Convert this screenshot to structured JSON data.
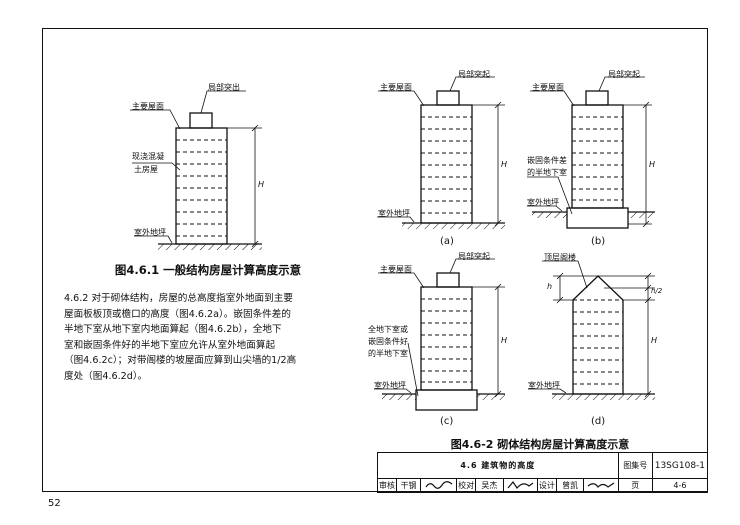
{
  "page_number": "52",
  "figure_461": {
    "caption": "图4.6.1 一般结构房屋计算高度示意",
    "labels": {
      "local_protrusion": "局部突出",
      "main_roof": "主要屋面",
      "concrete_line1": "现浇混凝",
      "concrete_line2": "土房屋",
      "outdoor_ground": "室外地坪",
      "height": "H"
    }
  },
  "figure_462": {
    "caption": "图4.6-2 砌体结构房屋计算高度示意",
    "panels": {
      "a": {
        "tag": "(a)",
        "main_roof": "主要屋面",
        "local_protrusion": "局部突起",
        "outdoor_ground": "室外地坪",
        "height": "H"
      },
      "b": {
        "tag": "(b)",
        "main_roof": "主要屋面",
        "local_protrusion": "局部突起",
        "basement_line1": "嵌固条件差",
        "basement_line2": "的半地下室",
        "outdoor_ground": "室外地坪",
        "height": "H"
      },
      "c": {
        "tag": "(c)",
        "main_roof": "主要屋面",
        "local_protrusion": "局部突起",
        "basement_line1": "全地下室或",
        "basement_line2": "嵌固条件好",
        "basement_line3": "的半地下室",
        "outdoor_ground": "室外地坪",
        "height": "H"
      },
      "d": {
        "tag": "(d)",
        "attic": "顶层阁楼",
        "outdoor_ground": "室外地坪",
        "height": "H",
        "dim_h": "h",
        "dim_half_h": "h/2"
      }
    }
  },
  "clause_text": [
    "4.6.2 对于砌体结构，房屋的总高度指室外地面到主要",
    "屋面板板顶或檐口的高度（图4.6.2a）。嵌固条件差的",
    "半地下室从地下室内地面算起（图4.6.2b），全地下",
    "室和嵌固条件好的半地下室应允许从室外地面算起",
    "（图4.6.2c）；对带阁楼的坡屋面应算到山尖墙的1/2高",
    "度处（图4.6.2d）。"
  ],
  "title_block": {
    "title": "4.6 建筑物的高度",
    "atlas_label": "图集号",
    "atlas_no": "13SG108-1",
    "review_label": "审核",
    "review_name": "干钢",
    "check_label": "校对",
    "check_name": "吴杰",
    "design_label": "设计",
    "design_name": "曾凯",
    "page_label": "页",
    "page_no": "4-6"
  }
}
